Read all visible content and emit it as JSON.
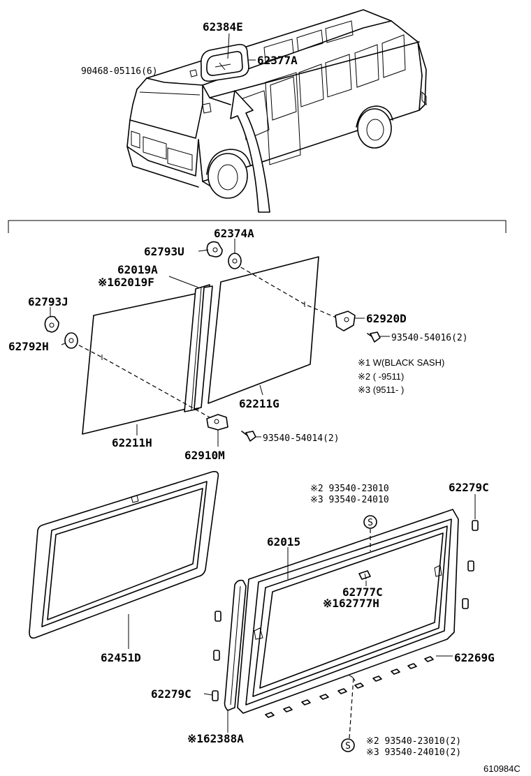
{
  "labels": {
    "p62384E": "62384E",
    "p62377A": "62377A",
    "p90468": "90468-05116(6)",
    "p62374A": "62374A",
    "p62793U": "62793U",
    "p62019A": "62019A",
    "p62019F": "※162019F",
    "p62793J": "62793J",
    "p62792H": "62792H",
    "p62920D": "62920D",
    "p93540_54016": "93540-54016(2)",
    "p62211G": "62211G",
    "p62211H": "62211H",
    "p93540_54014": "93540-54014(2)",
    "p62910M": "62910M",
    "p93540_23010_top": "※2 93540-23010",
    "p93540_24010_top": "※3 93540-24010",
    "p62279C_top": "62279C",
    "p62015": "62015",
    "p62777C": "62777C",
    "p62777H": "※162777H",
    "p62451D": "62451D",
    "p62269G": "62269G",
    "p62279C_left": "62279C",
    "p62388A": "※162388A",
    "p93540_23010_bot": "※2 93540-23010(2)",
    "p93540_24010_bot": "※3 93540-24010(2)"
  },
  "notes": {
    "n1": "※1 W(BLACK SASH)",
    "n2": "※2 (     -9511)",
    "n3": "※3 (9511-      )"
  },
  "screw_marks": {
    "s_top": "S",
    "s_bot": "S"
  },
  "figure_code": "610984C"
}
